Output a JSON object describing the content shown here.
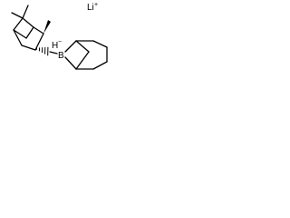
{
  "molecule": {
    "counter_ion": {
      "symbol": "Li",
      "charge": "+"
    },
    "boron_center": {
      "symbol": "B",
      "charge": "−",
      "hydrogen": "H"
    }
  }
}
